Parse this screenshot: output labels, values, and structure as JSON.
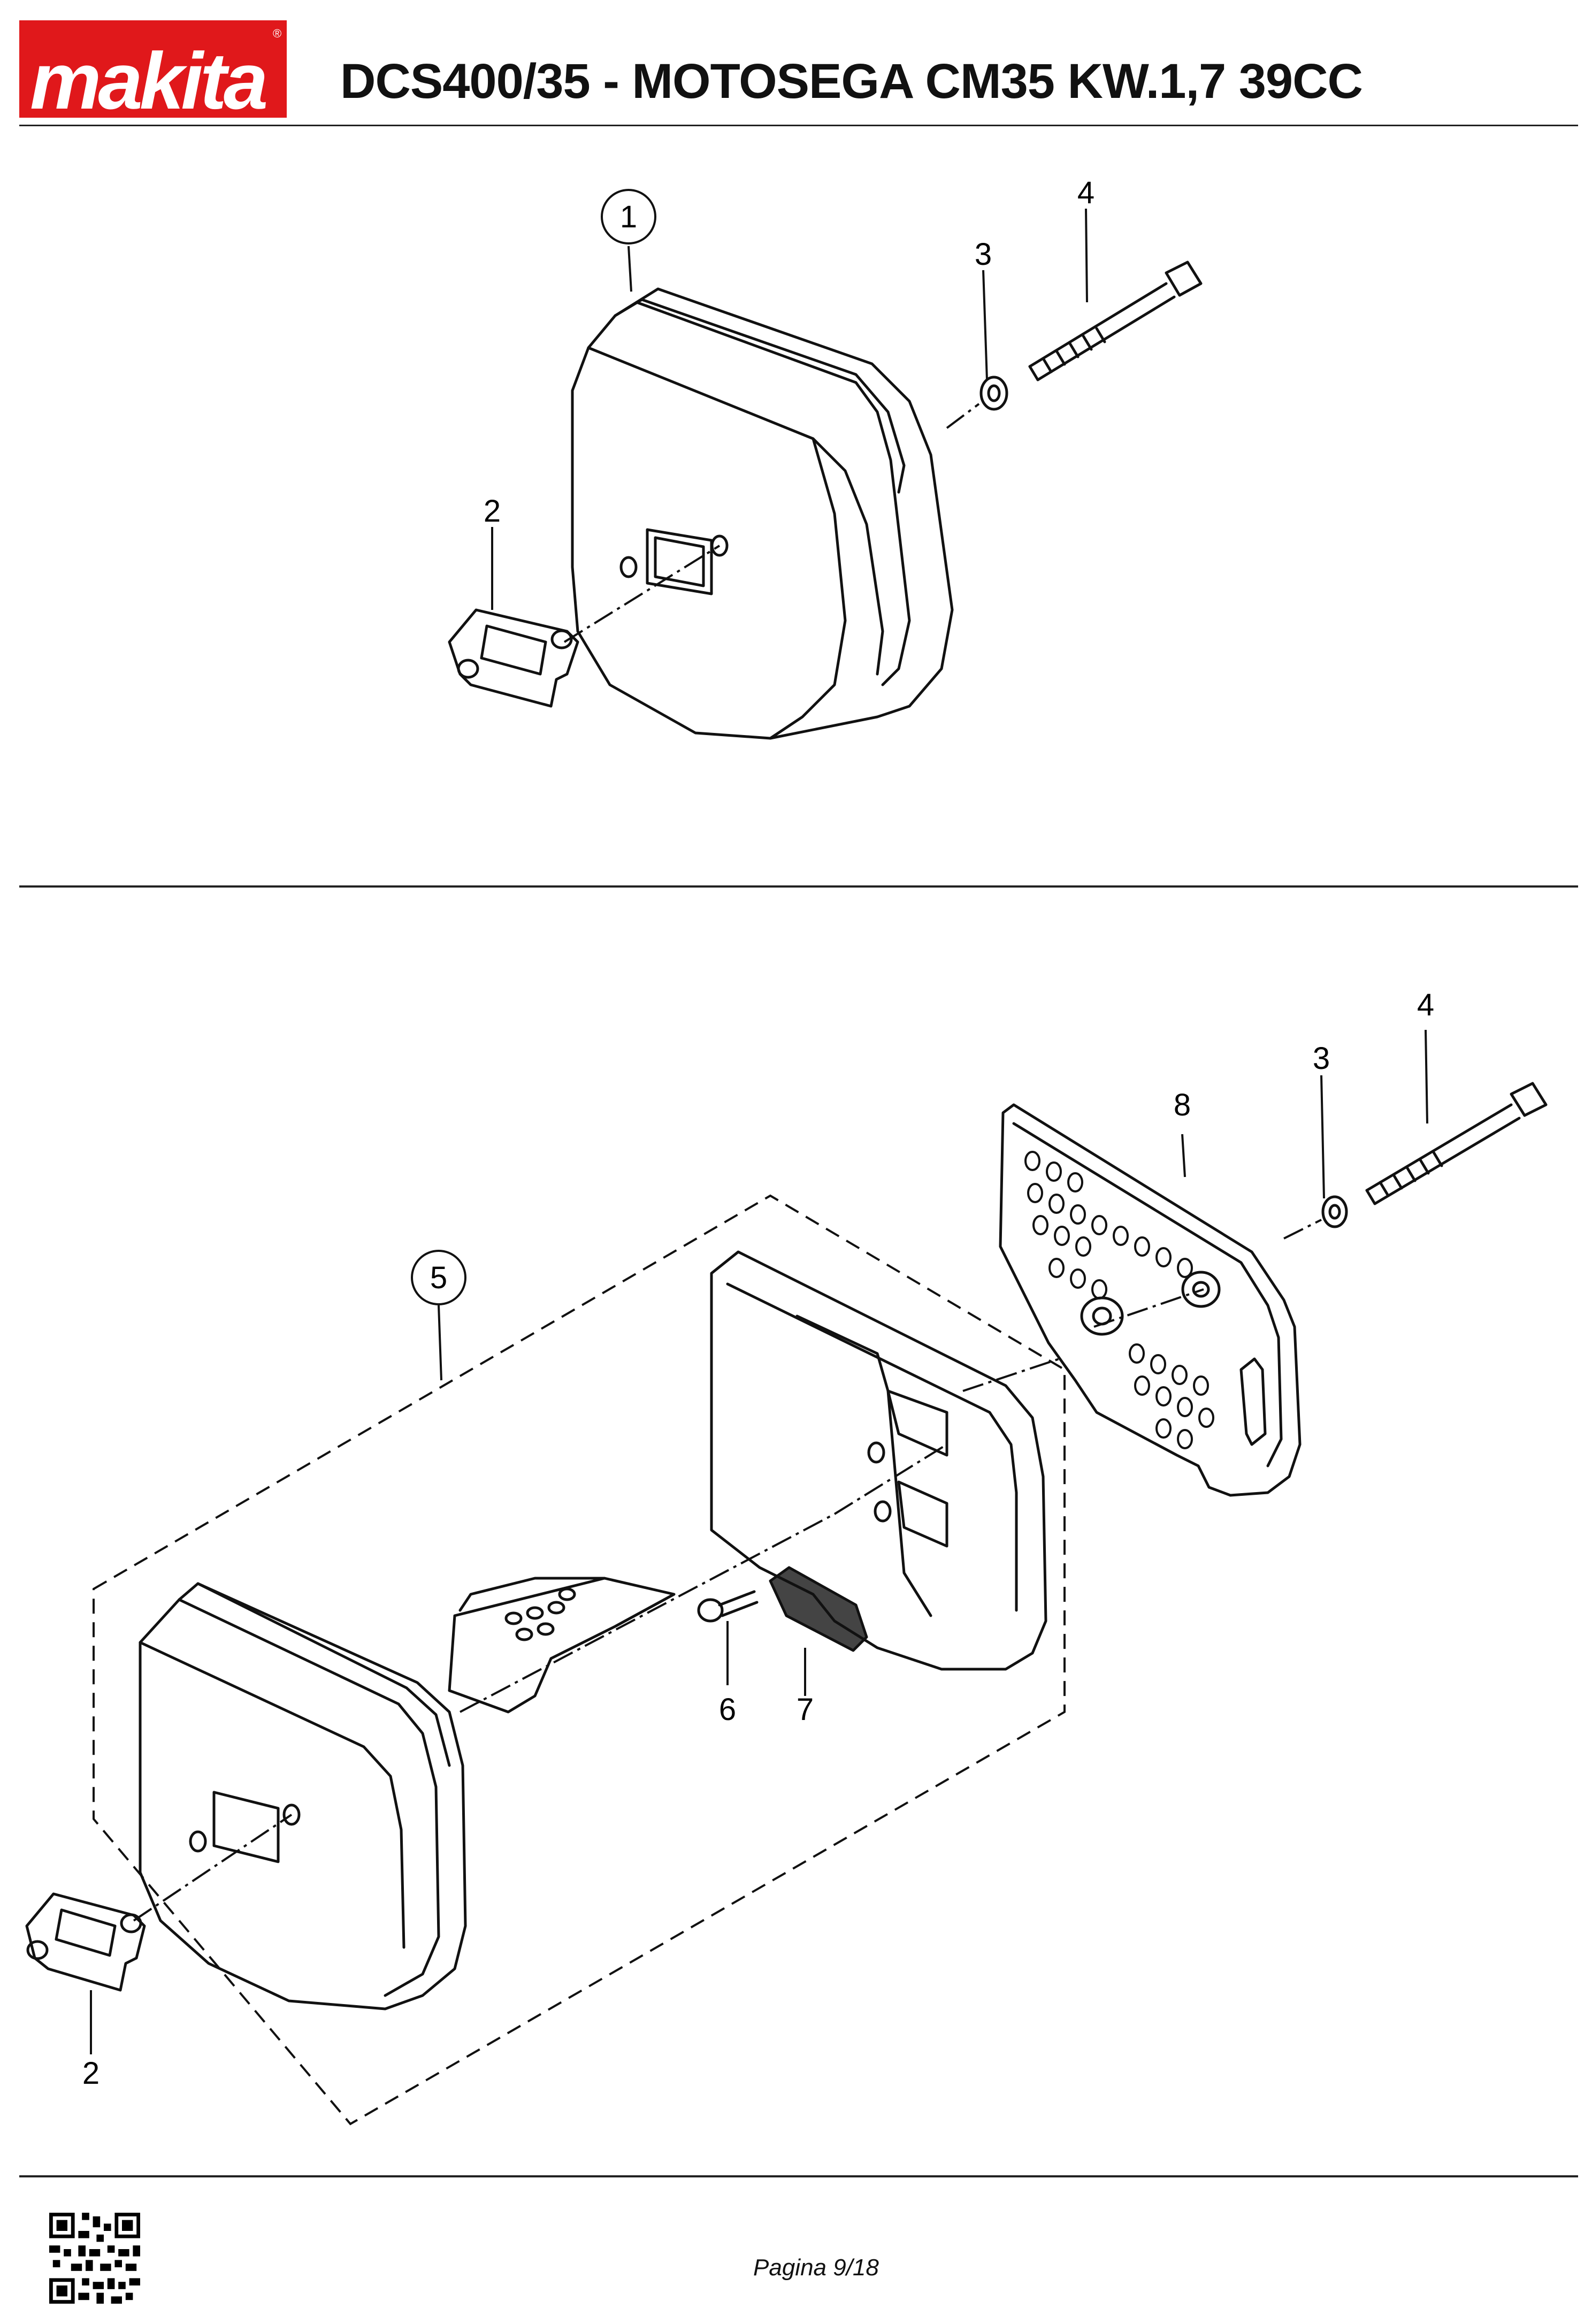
{
  "header": {
    "brand": "makita",
    "title": "DCS400/35 - MOTOSEGA CM35 KW.1,7 39CC",
    "brand_color": "#e0181b"
  },
  "top_diagram": {
    "callouts": [
      "1",
      "2",
      "3",
      "4"
    ]
  },
  "bottom_diagram": {
    "callouts": [
      "2",
      "3",
      "4",
      "5",
      "6",
      "7",
      "8"
    ]
  },
  "footer": {
    "page_label": "Pagina 9/18"
  },
  "icons": [
    "makita-logo",
    "qr-code-icon"
  ]
}
